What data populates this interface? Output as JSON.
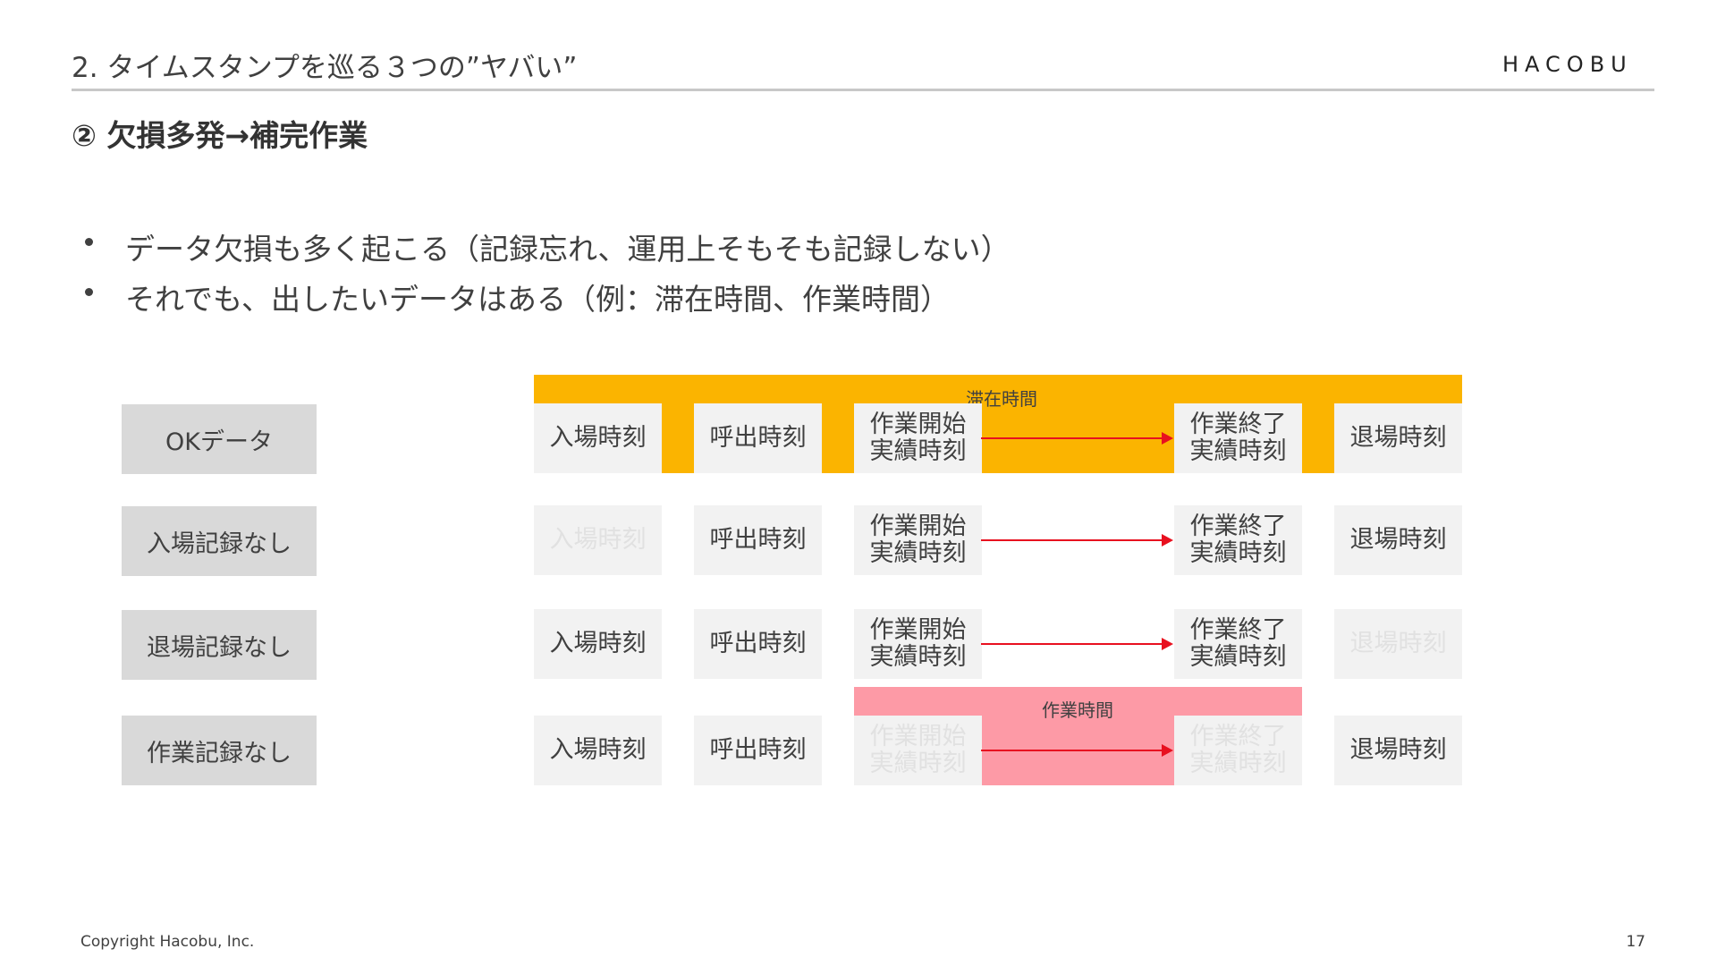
{
  "header": {
    "title": "2. タイムスタンプを巡る３つの”ヤバい”",
    "logo": "HACOBU"
  },
  "section_title": "② 欠損多発→補完作業",
  "bullets": [
    "データ欠損も多く起こる（記録忘れ、運用上そもそも記録しない）",
    "それでも、出したいデータはある（例：滞在時間、作業時間）"
  ],
  "diagram": {
    "stay_label": "滞在時間",
    "work_label": "作業時間",
    "rows": [
      {
        "label": "OKデータ",
        "entry": "入場時刻",
        "call": "呼出時刻",
        "start": [
          "作業開始",
          "実績時刻"
        ],
        "end": [
          "作業終了",
          "実績時刻"
        ],
        "exit": "退場時刻"
      },
      {
        "label": "入場記録なし",
        "entry": "入場時刻",
        "call": "呼出時刻",
        "start": [
          "作業開始",
          "実績時刻"
        ],
        "end": [
          "作業終了",
          "実績時刻"
        ],
        "exit": "退場時刻"
      },
      {
        "label": "退場記録なし",
        "entry": "入場時刻",
        "call": "呼出時刻",
        "start": [
          "作業開始",
          "実績時刻"
        ],
        "end": [
          "作業終了",
          "実績時刻"
        ],
        "exit": "退場時刻"
      },
      {
        "label": "作業記録なし",
        "entry": "入場時刻",
        "call": "呼出時刻",
        "start": [
          "作業開始",
          "実績時刻"
        ],
        "end": [
          "作業終了",
          "実績時刻"
        ],
        "exit": "退場時刻"
      }
    ]
  },
  "colors": {
    "stay_bar": "#fbb400",
    "work_bar": "#fd9aa6",
    "arrow": "#e8101f",
    "missing_text": "#e1e1e1"
  },
  "footer": {
    "copyright": "Copyright Hacobu, Inc.",
    "page": "17"
  }
}
